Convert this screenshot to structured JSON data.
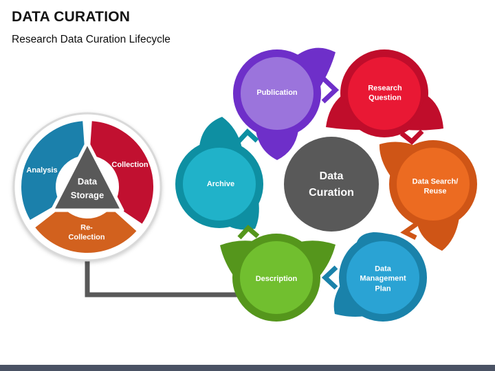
{
  "header": {
    "title": "DATA CURATION",
    "subtitle": "Research Data Curation Lifecycle"
  },
  "storage_cycle": {
    "center": {
      "line1": "Data",
      "line2": "Storage",
      "color": "#595959"
    },
    "circle_border": "#d9d9d9",
    "segments": [
      {
        "label": "Analysis",
        "color": "#1b80ab"
      },
      {
        "label": "Collection",
        "color": "#c11030"
      },
      {
        "label_line1": "Re-",
        "label_line2": "Collection",
        "color": "#d2611e"
      }
    ]
  },
  "connector_color": "#595959",
  "curation_cycle": {
    "center": {
      "line1": "Data",
      "line2": "Curation",
      "color": "#595959"
    },
    "petals": [
      {
        "label": "Publication",
        "outer": "#6e2fc9",
        "inner": "#9b74dc"
      },
      {
        "label": "Research Question",
        "outer": "#c00d2b",
        "inner": "#e91834"
      },
      {
        "label": "Data Search/ Reuse",
        "outer": "#cf5516",
        "inner": "#ec6b21"
      },
      {
        "label": "Data Management Plan",
        "outer": "#1a82aa",
        "inner": "#2aa3d4"
      },
      {
        "label": "Description",
        "outer": "#55961c",
        "inner": "#71bf2f"
      },
      {
        "label": "Archive",
        "outer": "#0e8fa2",
        "inner": "#20b2c9"
      }
    ]
  },
  "footer": {
    "bar_color": "#4a5264"
  }
}
